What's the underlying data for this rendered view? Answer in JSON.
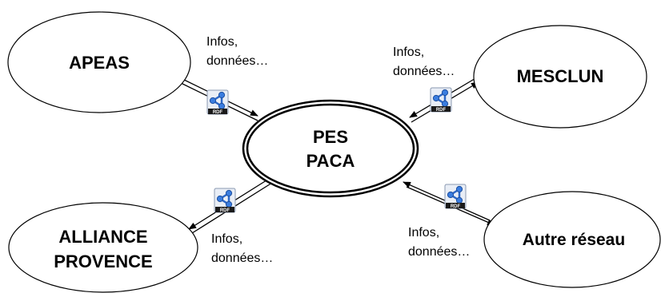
{
  "nodes": {
    "center": {
      "line1": "PES",
      "line2": "PACA"
    },
    "apeas": {
      "label": "APEAS"
    },
    "mesclun": {
      "label": "MESCLUN"
    },
    "alliance": {
      "line1": "ALLIANCE",
      "line2": "PROVENCE"
    },
    "autre": {
      "label": "Autre réseau"
    }
  },
  "edge_labels": {
    "apeas": {
      "line1": "Infos,",
      "line2": "données…"
    },
    "mesclun": {
      "line1": "Infos,",
      "line2": "données…"
    },
    "alliance": {
      "line1": "Infos,",
      "line2": "données…"
    },
    "autre": {
      "line1": "Infos,",
      "line2": "données…"
    }
  },
  "rdf_badge_text": "RDF",
  "icons": [
    "rdf-icon"
  ]
}
